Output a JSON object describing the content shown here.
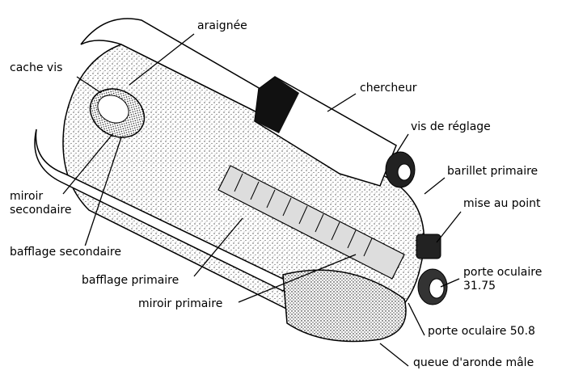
{
  "labels": {
    "araignee": "araignée",
    "cache_vis": "cache vis",
    "chercheur": "chercheur",
    "vis_reglage": "vis de réglage",
    "barillet_primaire": "barillet primaire",
    "miroir_secondaire_1": "miroir",
    "miroir_secondaire_2": "secondaire",
    "mise_au_point": "mise au point",
    "bafflage_secondaire": "bafflage secondaire",
    "porte_oculaire_3175_1": "porte oculaire",
    "porte_oculaire_3175_2": "31.75",
    "bafflage_primaire": "bafflage primaire",
    "miroir_primaire": "miroir primaire",
    "porte_oculaire_508": "porte oculaire 50.8",
    "queue_aronde": "queue d'aronde mâle"
  }
}
